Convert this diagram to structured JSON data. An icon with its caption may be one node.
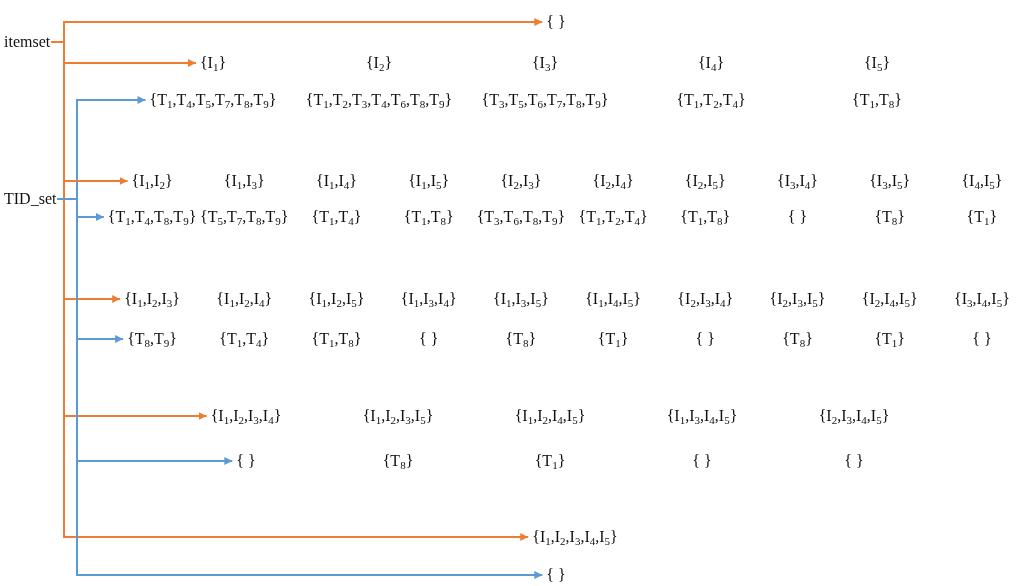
{
  "diagram": {
    "nodes": [
      {
        "text": [
          "itemset"
        ]
      },
      {
        "text": [
          "TID_set"
        ]
      },
      {
        "text": [
          "{ }"
        ]
      },
      {
        "text": [
          "{I$_{1}$}",
          "{I$_{2}$}",
          "{I$_{3}$}",
          "{I$_{4}$}",
          "{I$_{5}$}"
        ]
      },
      {
        "text": [
          "{T$_{1}$,T$_{4}$,T$_{5}$,T$_{7}$,T$_{8}$,T$_{9}$}",
          "{T$_{1}$,T$_{2}$,T$_{3}$,T$_{4}$,T$_{6}$,T$_{8}$,T$_{9}$}",
          "{T$_{3}$,T$_{5}$,T$_{6}$,T$_{7}$,T$_{8}$,T$_{9}$}",
          "{T$_{1}$,T$_{2}$,T$_{4}$}",
          "{T$_{1}$,T$_{8}$}"
        ]
      },
      {
        "text": [
          "{I$_{1}$,I$_{2}$}",
          "{I$_{1}$,I$_{3}$}",
          "{I$_{1}$,I$_{4}$}",
          "{I$_{1}$,I$_{5}$}",
          "{I$_{2}$,I$_{3}$}",
          "{I$_{2}$,I$_{4}$}",
          "{I$_{2}$,I$_{5}$}",
          "{I$_{3}$,I$_{4}$}",
          "{I$_{3}$,I$_{5}$}",
          "{I$_{4}$,I$_{5}$}"
        ]
      },
      {
        "text": [
          "{T$_{1}$,T$_{4}$,T$_{8}$,T$_{9}$}",
          "{T$_{5}$,T$_{7}$,T$_{8}$,T$_{9}$}",
          "{T$_{1}$,T$_{4}$}",
          "{T$_{1}$,T$_{8}$}",
          "{T$_{3}$,T$_{6}$,T$_{8}$,T$_{9}$}",
          "{T$_{1}$,T$_{2}$,T$_{4}$}",
          "{T$_{1}$,T$_{8}$}",
          "{ }",
          "{T$_{8}$}",
          "{T$_{1}$}"
        ]
      },
      {
        "text": [
          "{I$_{1}$,I$_{2}$,I$_{3}$}",
          "{I$_{1}$,I$_{2}$,I$_{4}$}",
          "{I$_{1}$,I$_{2}$,I$_{5}$}",
          "{I$_{1}$,I$_{3}$,I$_{4}$}",
          "{I$_{1}$,I$_{3}$,I$_{5}$}",
          "{I$_{1}$,I$_{4}$,I$_{5}$}",
          "{I$_{2}$,I$_{3}$,I$_{4}$}",
          "{I$_{2}$,I$_{3}$,I$_{5}$}",
          "{I$_{2}$,I$_{4}$,I$_{5}$}",
          "{I$_{3}$,I$_{4}$,I$_{5}$}"
        ]
      },
      {
        "text": [
          "{T$_{8}$,T$_{9}$}",
          "{T$_{1}$,T$_{4}$}",
          "{T$_{1}$,T$_{8}$}",
          "{ }",
          "{T$_{8}$}",
          "{T$_{1}$}",
          "{ }",
          "{T$_{8}$}",
          "{T$_{1}$}",
          "{ }"
        ]
      },
      {
        "text": [
          "{I$_{1}$,I$_{2}$,I$_{3}$,I$_{4}$}",
          "{I$_{1}$,I$_{2}$,I$_{3}$,I$_{5}$}",
          "{I$_{1}$,I$_{2}$,I$_{4}$,I$_{5}$}",
          "{I$_{1}$,I$_{3}$,I$_{4}$,I$_{5}$}",
          "{I$_{2}$,I$_{3}$,I$_{4}$,I$_{5}$}"
        ]
      },
      {
        "text": [
          "{ }",
          "{T$_{8}$}",
          "{T$_{1}$}",
          "{ }",
          "{ }"
        ]
      },
      {
        "text": [
          "{I$_{1}$,I$_{2}$,I$_{3}$,I$_{4}$,I$_{5}$}"
        ]
      },
      {
        "text": [
          "{ }"
        ]
      }
    ],
    "edges": [
      {
        "from": 0,
        "to": 2,
        "arrow": "to"
      },
      {
        "from": 0,
        "to": 3,
        "arrow": "to"
      },
      {
        "from": 1,
        "to": 4,
        "arrow": "to",
        "color": "#5b9bd5"
      },
      {
        "from": 0,
        "to": 5,
        "arrow": "to"
      },
      {
        "from": 1,
        "to": 6,
        "arrow": "to",
        "color": "#5b9bd5"
      },
      {
        "from": 0,
        "to": 7,
        "arrow": "to"
      },
      {
        "from": 1,
        "to": 8,
        "arrow": "to",
        "color": "#5b9bd5"
      },
      {
        "from": 0,
        "to": 9,
        "arrow": "to"
      },
      {
        "from": 1,
        "to": 10,
        "arrow": "to",
        "color": "#5b9bd5"
      },
      {
        "from": 0,
        "to": 11,
        "arrow": "to"
      },
      {
        "from": 1,
        "to": 12,
        "arrow": "to",
        "color": "#5b9bd5"
      }
    ]
  }
}
